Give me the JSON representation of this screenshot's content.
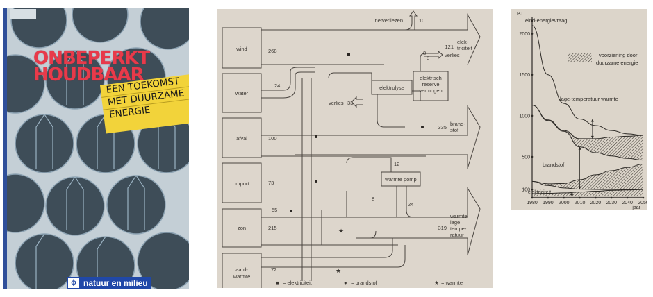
{
  "cover": {
    "title_line1": "ONBEPERKT",
    "title_line2": "HOUDBAAR",
    "subtitle_lines": [
      "EEN TOEKOMST",
      "MET DUURZAME",
      "ENERGIE"
    ],
    "publisher": "natuur en milieu",
    "colors": {
      "title": "#e83a4a",
      "tape": "#f2d33a",
      "spine": "#2f4f9a",
      "publisher_bg": "#2048a8"
    }
  },
  "diagram": {
    "sources": [
      {
        "label": "wind",
        "value": "268"
      },
      {
        "label": "water",
        "value": "24"
      },
      {
        "label": "afval",
        "value": "100"
      },
      {
        "label": "import",
        "value": "73"
      },
      {
        "label": "zon",
        "value": "215",
        "value2": "55"
      },
      {
        "label": "aard-\nwarmte",
        "label_lines": [
          "aard-",
          "warmte"
        ],
        "value": "72"
      }
    ],
    "converters": {
      "elektrolyse": "elektrolyse",
      "reserve": [
        "elektrisch",
        "reserve",
        "vermogen"
      ],
      "warmtepomp": "warmte pomp"
    },
    "outputs": [
      {
        "value": "121",
        "label_lines": [
          "elek-",
          "triciteit"
        ]
      },
      {
        "value": "335",
        "label_lines": [
          "brand-",
          "stof"
        ]
      },
      {
        "value": "319",
        "label_lines": [
          "warmte",
          "lage",
          "tempe-",
          "ratuur"
        ]
      }
    ],
    "losses": {
      "net_label": "netverliezen",
      "net_value": "10",
      "verlies_label": "verlies",
      "verlies_values": [
        "8",
        "8"
      ],
      "verlies2_label": "verlies",
      "verlies2_value": "33"
    },
    "heatpump_values": {
      "in_top": "12",
      "in_left": "8",
      "out": "24"
    },
    "legend": [
      {
        "symbol": "■",
        "label": "elektriciteit"
      },
      {
        "symbol": "●",
        "label": "brandstof"
      },
      {
        "symbol": "★",
        "label": "warmte"
      }
    ]
  },
  "chart_data": {
    "type": "area",
    "title": "",
    "ylabel": "PJ",
    "xlabel": "jaar",
    "x": [
      1980,
      1990,
      2000,
      2010,
      2020,
      2030,
      2040,
      2050
    ],
    "x_ticks": [
      "1980",
      "1990",
      "2000",
      "2010",
      "2020",
      "2030",
      "2040",
      "2050"
    ],
    "y_ticks": [
      100,
      500,
      1000,
      1500,
      2000
    ],
    "ylim": [
      0,
      2200
    ],
    "series": [
      {
        "name": "eind-energievraag",
        "values": [
          2100,
          1500,
          1150,
          960,
          880,
          820,
          780,
          760
        ]
      },
      {
        "name": "lage-temperatuur warmte (top)",
        "values": [
          1130,
          950,
          820,
          720,
          720,
          740,
          750,
          760
        ]
      },
      {
        "name": "lage-temperatuur warmte (lower)",
        "values": [
          1130,
          940,
          810,
          620,
          550,
          510,
          480,
          460
        ]
      },
      {
        "name": "brandstof (top)",
        "values": [
          200,
          170,
          175,
          220,
          280,
          330,
          370,
          410
        ]
      },
      {
        "name": "brandstof (lower)",
        "values": [
          200,
          150,
          120,
          105,
          102,
          100,
          100,
          100
        ]
      },
      {
        "name": "elektriciteit (top)",
        "values": [
          50,
          55,
          60,
          70,
          80,
          90,
          95,
          100
        ]
      },
      {
        "name": "elektriciteit (lower)",
        "values": [
          20,
          20,
          20,
          20,
          20,
          20,
          20,
          20
        ]
      }
    ],
    "labels": {
      "demand": "eind-energievraag",
      "ltw": "lage-temperatuur warmte",
      "fuel": "brandstof",
      "elec": "elektriciteit"
    },
    "legend": {
      "label_lines": [
        "voorziening door",
        "duurzame energie"
      ],
      "placement": "top-right"
    },
    "grid": false
  }
}
